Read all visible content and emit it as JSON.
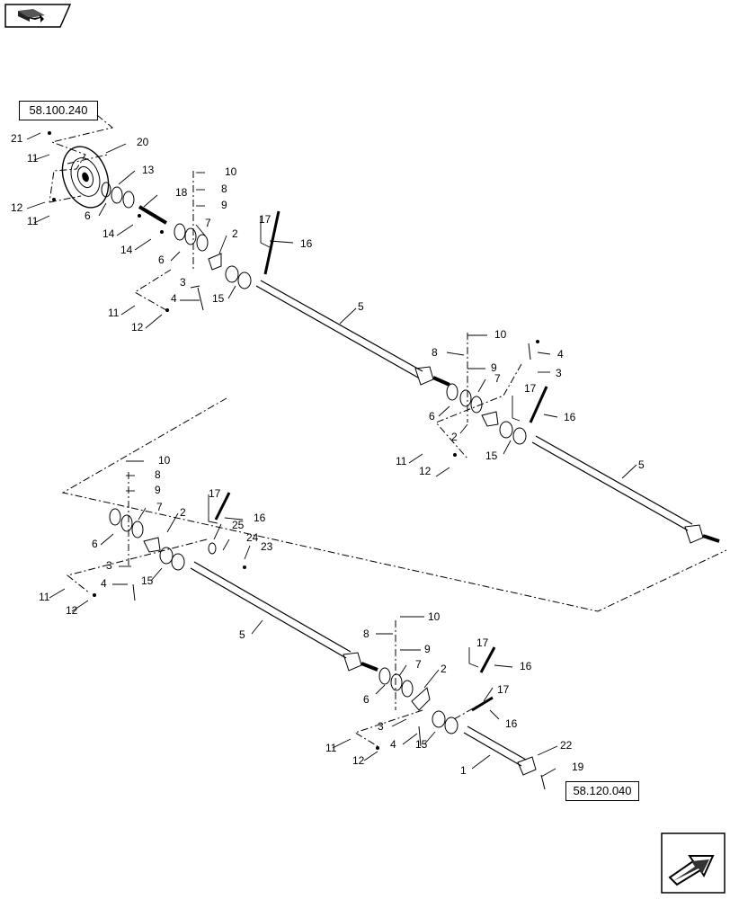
{
  "references": {
    "top": "58.100.240",
    "bottom": "58.120.040"
  },
  "nav": {
    "top_icon": "book-arrow-icon",
    "bottom_icon": "next-page-arrow-icon"
  },
  "callouts": [
    "21",
    "11",
    "20",
    "12",
    "11",
    "13",
    "18",
    "10",
    "8",
    "9",
    "6",
    "14",
    "14",
    "7",
    "6",
    "2",
    "17",
    "16",
    "3",
    "4",
    "15",
    "11",
    "12",
    "5",
    "10",
    "8",
    "9",
    "4",
    "3",
    "7",
    "17",
    "6",
    "16",
    "2",
    "11",
    "15",
    "12",
    "5",
    "10",
    "8",
    "9",
    "7",
    "17",
    "2",
    "16",
    "25",
    "6",
    "24",
    "23",
    "3",
    "11",
    "4",
    "15",
    "12",
    "5",
    "10",
    "8",
    "9",
    "7",
    "2",
    "17",
    "16",
    "6",
    "17",
    "3",
    "16",
    "4",
    "15",
    "11",
    "12",
    "22",
    "1",
    "19"
  ]
}
